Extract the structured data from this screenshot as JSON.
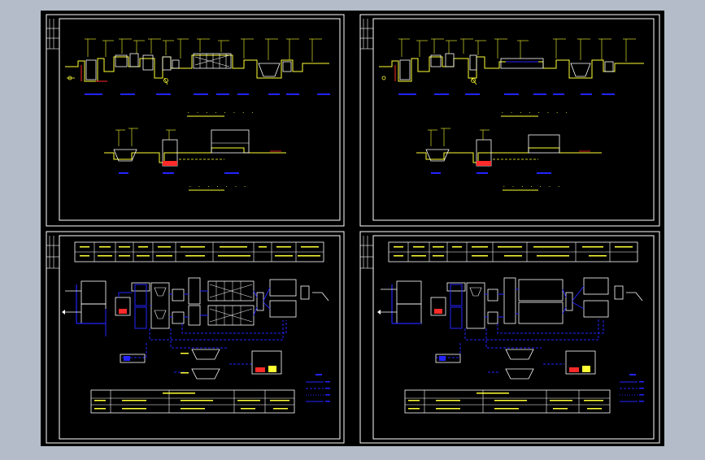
{
  "viewport": {
    "background_color": "#b3bcc8",
    "canvas_color": "#000000",
    "border_color": "#ffffff"
  },
  "colors": {
    "yellow": "#ffff33",
    "white": "#ffffff",
    "blue": "#2323ff",
    "red": "#ff2a2a",
    "gray": "#cfcfcf"
  },
  "sheets": [
    {
      "id": "sheet-1",
      "kind": "process-elevation",
      "variant": 1
    },
    {
      "id": "sheet-2",
      "kind": "process-elevation",
      "variant": 2
    },
    {
      "id": "sheet-3",
      "kind": "process-flowchart",
      "variant": 1
    },
    {
      "id": "sheet-4",
      "kind": "process-flowchart",
      "variant": 2
    }
  ]
}
